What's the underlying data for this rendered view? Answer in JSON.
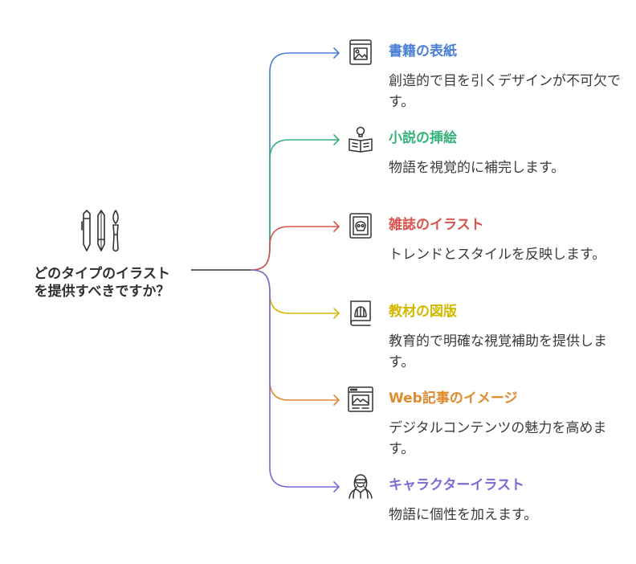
{
  "root": {
    "label_line1": "どのタイプのイラスト",
    "label_line2": "を提供すべきですか？",
    "icon": "pens-icon"
  },
  "branches": [
    {
      "title": "書籍の表紙",
      "desc": "創造的で目を引くデザインが不可欠です。",
      "color": "#4a7fd6",
      "icon": "book-cover-icon"
    },
    {
      "title": "小説の挿絵",
      "desc": "物語を視覚的に補完します。",
      "color": "#34b37a",
      "icon": "reader-icon"
    },
    {
      "title": "雑誌のイラスト",
      "desc": "トレンドとスタイルを反映します。",
      "color": "#d9534f",
      "icon": "magazine-icon"
    },
    {
      "title": "教材の図版",
      "desc": "教育的で明確な視覚補助を提供します。",
      "color": "#d4b800",
      "icon": "textbook-icon"
    },
    {
      "title": "Web記事のイメージ",
      "desc": "デジタルコンテンツの魅力を高めます。",
      "color": "#e08a2e",
      "icon": "web-article-icon"
    },
    {
      "title": "キャラクターイラスト",
      "desc": "物語に個性を加えます。",
      "color": "#7a6bd6",
      "icon": "character-icon"
    }
  ]
}
